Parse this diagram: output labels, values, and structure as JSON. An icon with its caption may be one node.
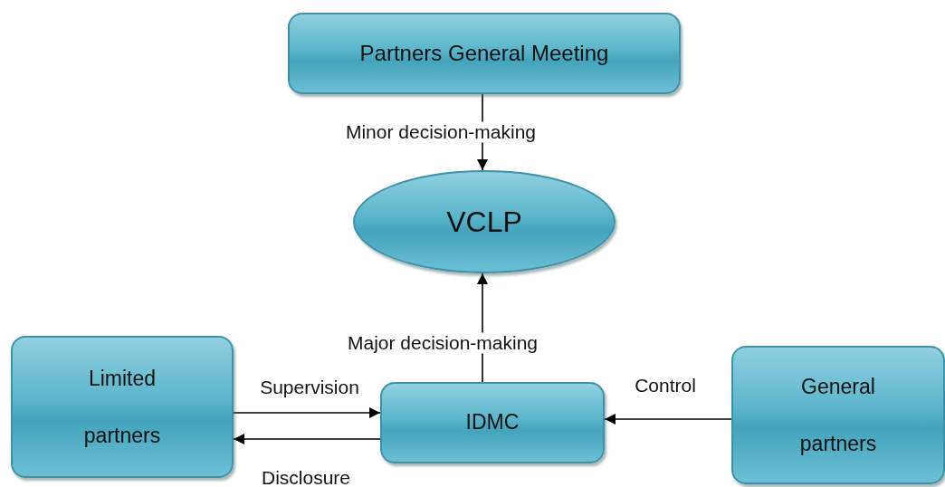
{
  "diagram": {
    "nodes": [
      {
        "text": [
          "Partners General Meeting"
        ]
      },
      {
        "text": [
          "VCLP"
        ]
      },
      {
        "text": [
          "Limited partners"
        ]
      },
      {
        "text": [
          "IDMC"
        ]
      },
      {
        "text": [
          "General partners"
        ]
      }
    ],
    "edges": [
      {
        "from": 0,
        "to": 1,
        "arrow": "to",
        "label": "Minor decision-making"
      },
      {
        "from": 3,
        "to": 1,
        "arrow": "to",
        "label": "Major decision-making"
      },
      {
        "from": 2,
        "to": 3,
        "arrow": "to",
        "label": "Supervision"
      },
      {
        "from": 3,
        "to": 2,
        "arrow": "to",
        "label": "Disclosure"
      },
      {
        "from": 4,
        "to": 3,
        "arrow": "to",
        "label": "Control"
      }
    ]
  }
}
